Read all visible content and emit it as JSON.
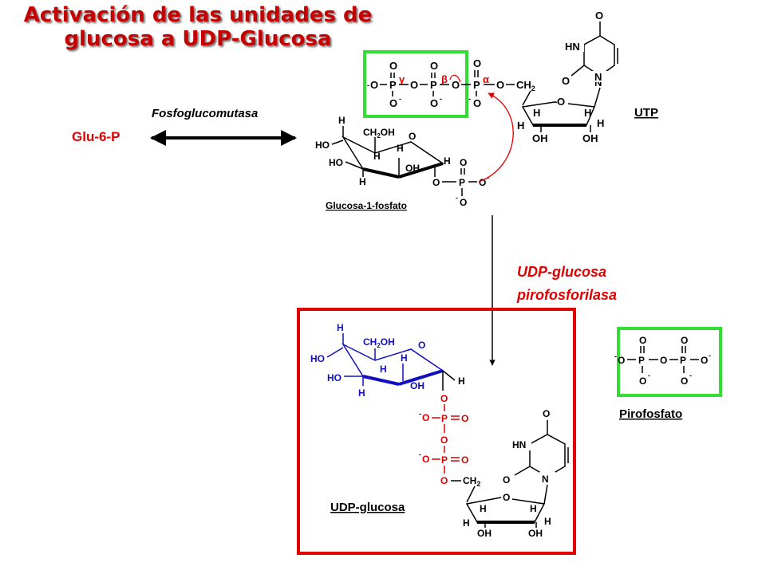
{
  "title": {
    "line1": "Activación de las unidades  de",
    "line2": "glucosa a UDP-Glucosa"
  },
  "colors": {
    "title": "#c40000",
    "red": "#e00000",
    "green": "#33dd33",
    "blue": "#1010c0",
    "black": "#000000"
  },
  "labels": {
    "reactant": "Glu-6-P",
    "enzyme1": "Fosfoglucomutasa",
    "enzyme2_line1": "UDP-glucosa",
    "enzyme2_line2": "pirofosforilasa",
    "utp": "UTP",
    "g1p": "Glucosa-1-fosfato",
    "udpg": "UDP-glucosa",
    "ppi": "Pirofosfato"
  },
  "phosphate_greek": {
    "gamma": "γ",
    "beta": "β",
    "alpha": "α"
  },
  "atoms": {
    "O": "O",
    "P": "P",
    "H": "H",
    "HN": "HN",
    "N": "N",
    "HO": "HO",
    "OH": "OH",
    "CH2": "CH",
    "CH2OH_a": "CH",
    "CH2OH_b": "OH",
    "sub2": "2",
    "minus": "-"
  }
}
